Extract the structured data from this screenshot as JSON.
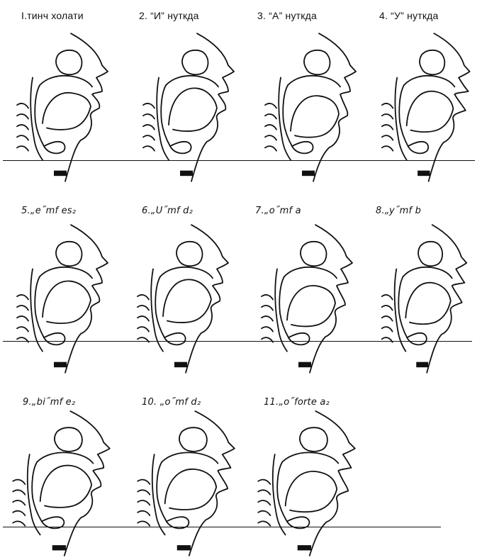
{
  "figures": [
    {
      "label": "I.тинч холати"
    },
    {
      "label": "2. “И” нуткда"
    },
    {
      "label": "3. “А” нуткда"
    },
    {
      "label": "4. “У” нуткда"
    },
    {
      "label": "5.„e˝mf es₂"
    },
    {
      "label": "6.„U˝mf  d₂"
    },
    {
      "label": "7.„o˝mf  a"
    },
    {
      "label": "8.„y˝mf  b"
    },
    {
      "label": "9.„bi˝mf e₂"
    },
    {
      "label": "10. „o˝mf d₂"
    },
    {
      "label": "11.„o˝forte a₂"
    }
  ],
  "colors": {
    "ink": "#111111",
    "background": "#ffffff"
  }
}
